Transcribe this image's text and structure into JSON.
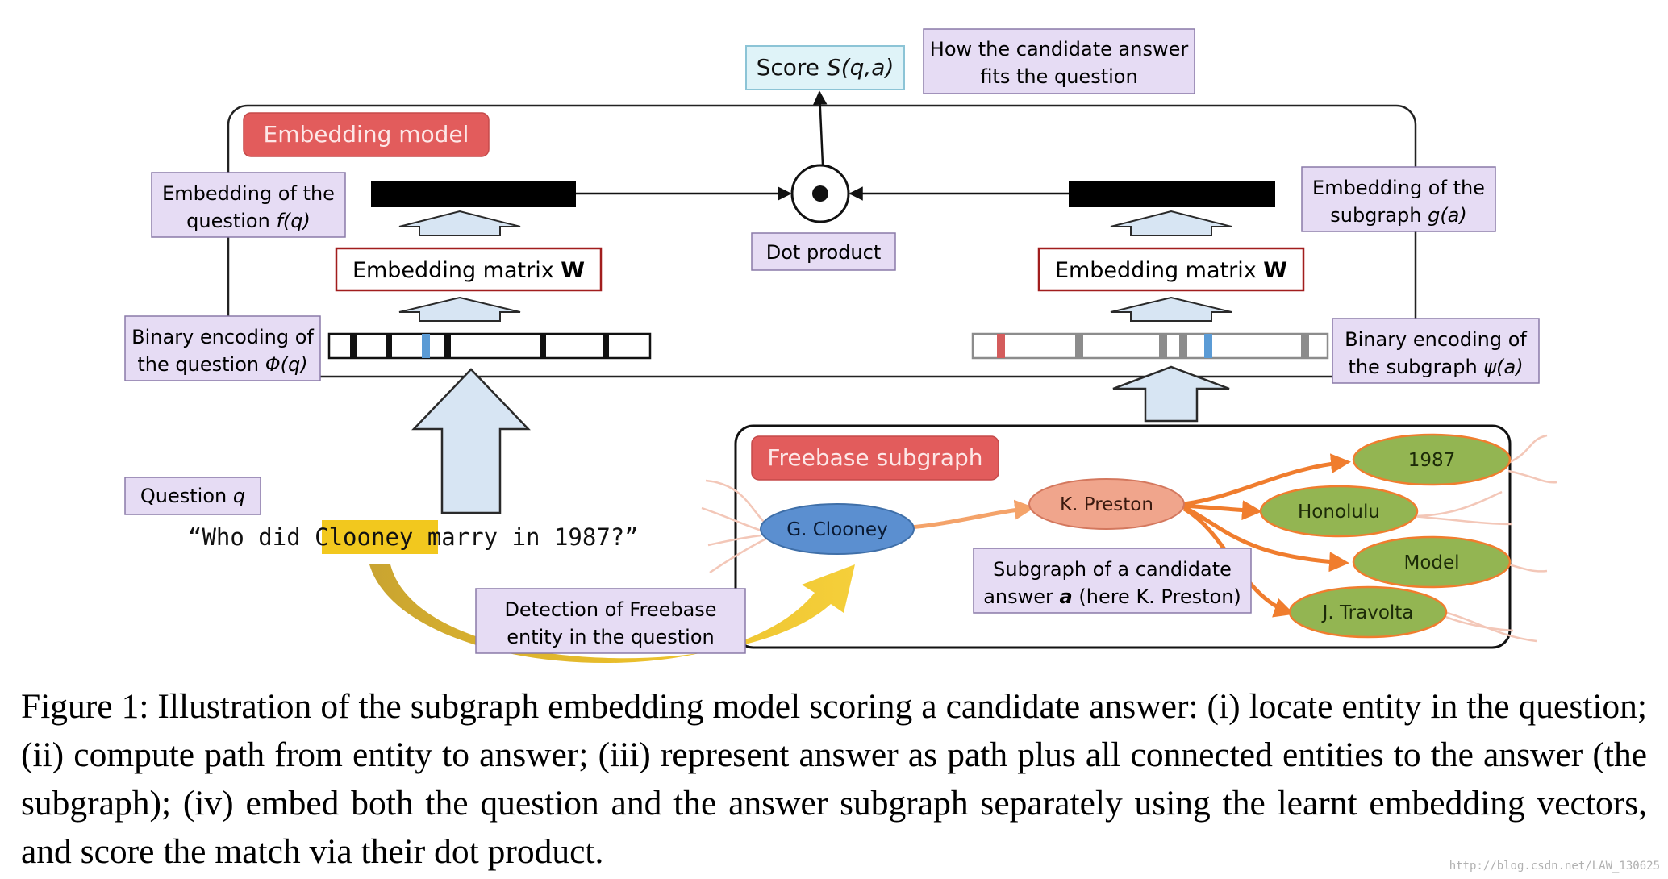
{
  "colors": {
    "label_fill": "#e6dcf4",
    "label_stroke": "#8a7aa8",
    "title_red": "#e25c5c",
    "score_fill": "#dff3f8",
    "matrix_stroke": "#a11d1d",
    "arrow_fill": "#d7e5f3",
    "arrow_stroke": "#2a2a2a",
    "entity_blue": "#5b8fd0",
    "entity_red": "#f0a58c",
    "entity_green": "#93b552",
    "path_orange": "#f07d2e",
    "highlight_yellow": "#f2c81e",
    "gold_arrow": "#e7bd2c",
    "code_blue": "#5b9bd5",
    "code_red": "#d45c5c",
    "code_gray": "#8c8c8c"
  },
  "labels": {
    "embedding_model_title": "Embedding model",
    "freebase_title": "Freebase subgraph",
    "score_prefix": "Score ",
    "score_formula": "S(q,a)",
    "fit_line1": "How the candidate answer",
    "fit_line2": "fits the question",
    "emb_q_line1": "Embedding of the",
    "emb_q_line2_prefix": "question ",
    "emb_q_formula": "f(q)",
    "emb_a_line1": "Embedding of the",
    "emb_a_line2_prefix": "subgraph ",
    "emb_a_formula": "g(a)",
    "dot_product": "Dot product",
    "matrix_left_prefix": "Embedding matrix ",
    "matrix_right_prefix": "Embedding matrix ",
    "matrix_symbol": "W",
    "bin_q_line1": "Binary encoding of",
    "bin_q_line2_prefix": "the question ",
    "bin_q_formula": "Φ(q)",
    "bin_a_line1": "Binary encoding of",
    "bin_a_line2_prefix": "the subgraph ",
    "bin_a_formula": "ψ(a)",
    "question_label_prefix": "Question ",
    "question_symbol": "q",
    "question_open": "“Who did ",
    "question_entity": "Clooney",
    "question_close": " marry in 1987?”",
    "detection_line1": "Detection of Freebase",
    "detection_line2": "entity in the question",
    "subgraph_line1": "Subgraph of a candidate",
    "subgraph_line2_prefix": "answer ",
    "subgraph_symbol": "a",
    "subgraph_line2_suffix": " (here K. Preston)"
  },
  "entities": {
    "clooney": "G. Clooney",
    "preston": "K. Preston",
    "year": "1987",
    "honolulu": "Honolulu",
    "model": "Model",
    "travolta": "J. Travolta"
  },
  "caption": "Figure 1: Illustration of the subgraph embedding model scoring a candidate answer: (i) locate entity in the question; (ii) compute path from entity to answer; (iii) represent answer as path plus all connected entities to the answer (the subgraph); (iv) embed both the question and the answer subgraph separately using the learnt embedding vectors, and score the match via their dot product.",
  "watermark": "http://blog.csdn.net/LAW_130625"
}
